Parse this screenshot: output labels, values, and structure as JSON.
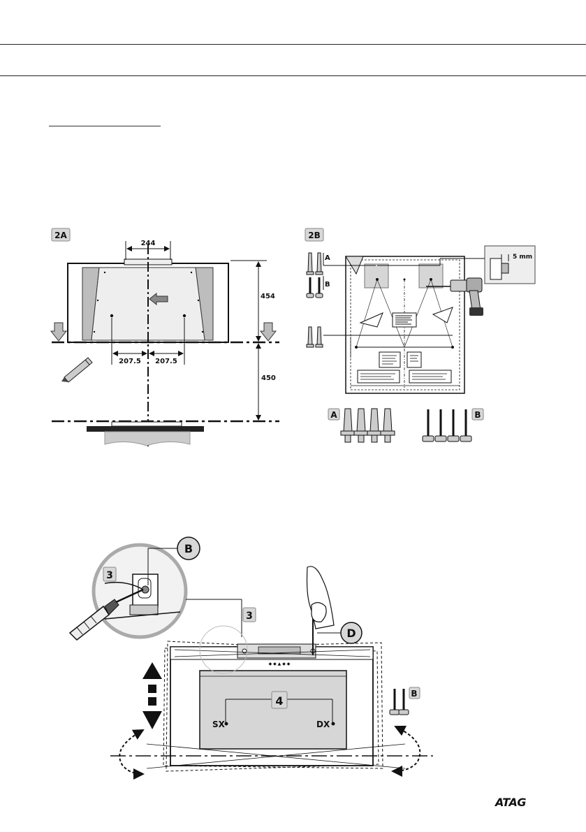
{
  "fig2a": {
    "badge": "2A",
    "dim_top": "244",
    "dim_right_upper": "454",
    "dim_right_lower": "450",
    "dim_left_half": "207.5",
    "dim_right_half": "207.5"
  },
  "fig2b": {
    "badge": "2B",
    "callout_dim": "5 mm",
    "label_a": "A",
    "label_b": "B",
    "bottom_a": "A",
    "bottom_b": "B"
  },
  "fig34": {
    "label_b_circle": "B",
    "label_d_circle": "D",
    "step3_inset": "3",
    "step3_main": "3",
    "step4": "4",
    "sx": "SX",
    "dx": "DX",
    "label_b_screws": "B"
  },
  "footer": {
    "brand": "ATAG"
  }
}
